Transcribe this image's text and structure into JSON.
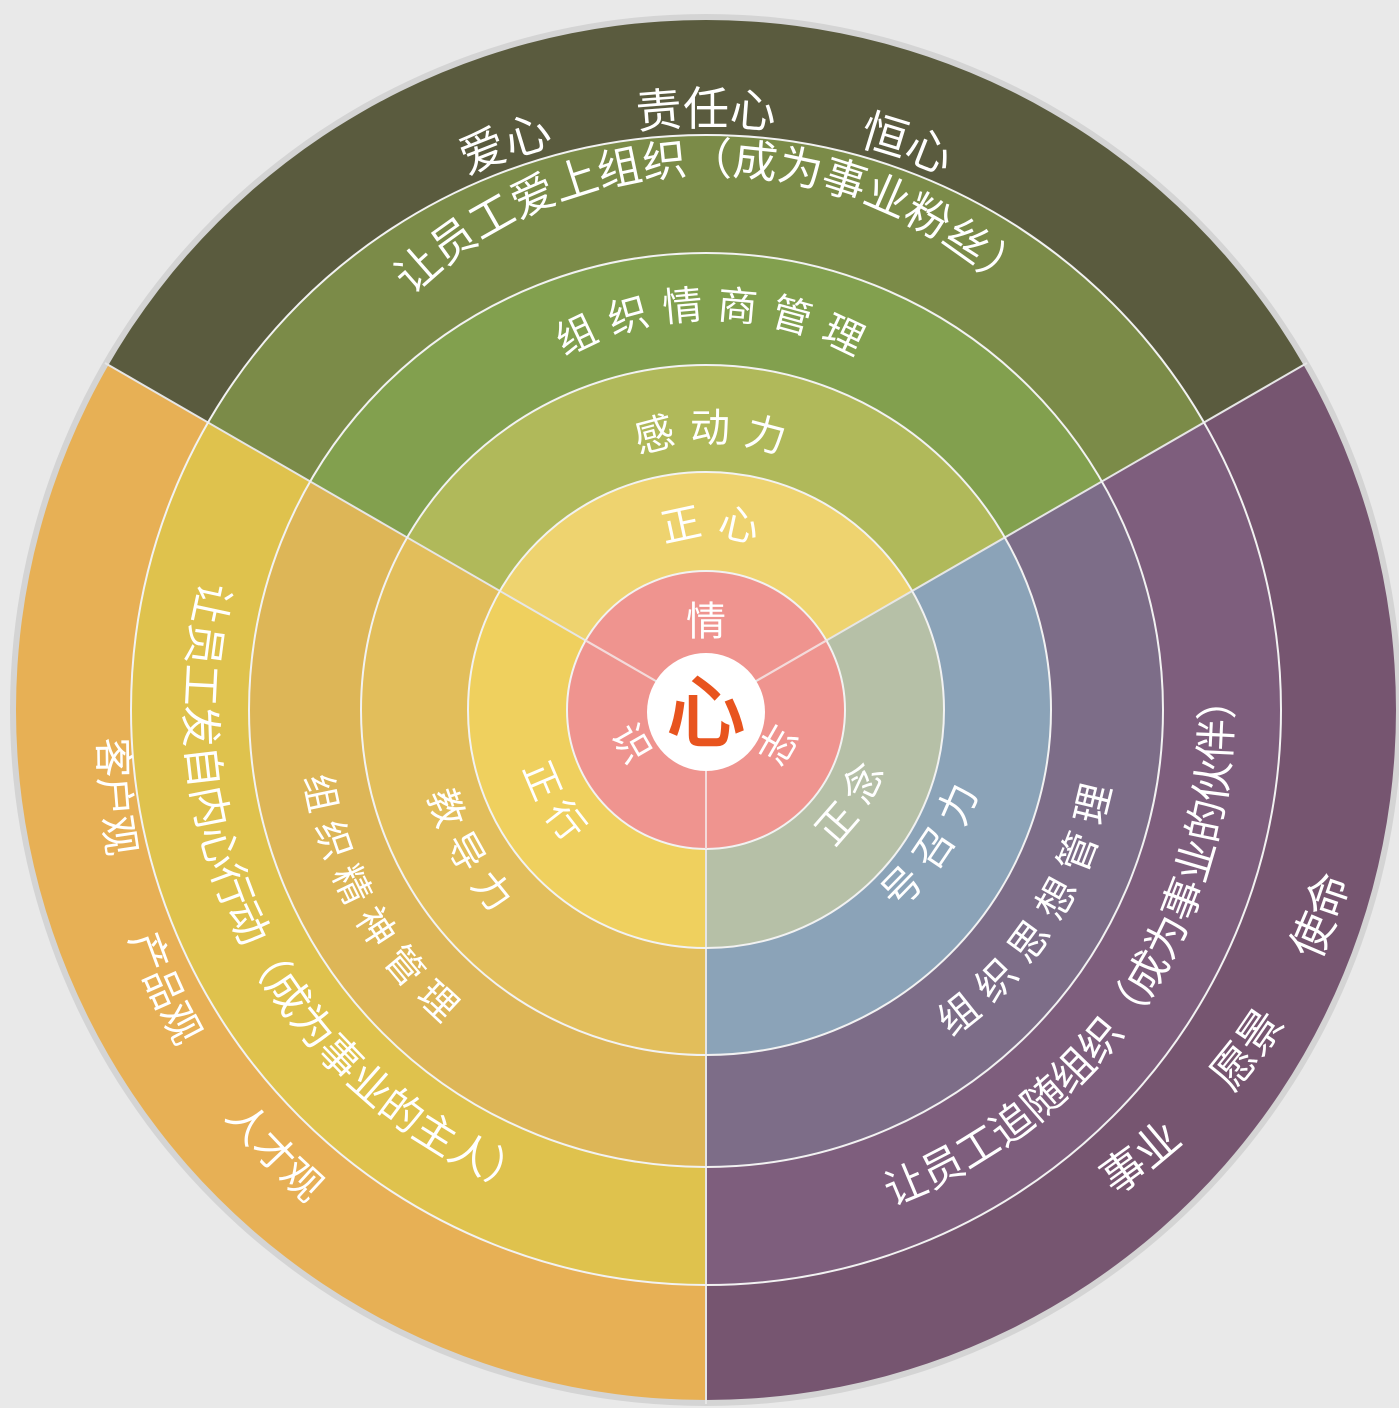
{
  "center": {
    "label": "心",
    "color": "#e8541e"
  },
  "core": {
    "color": "#ef948f",
    "labels": {
      "top": "情",
      "left": "识",
      "right": "志"
    }
  },
  "sectors": {
    "top": {
      "colors": [
        "#eed36f",
        "#b0b95a",
        "#82a04e",
        "#7b8b48",
        "#5a5b3e"
      ],
      "labels": {
        "ring2": "正 心",
        "ring3": "感 动 力",
        "ring4": "组 织 情 商 管 理",
        "ring5": "让员工爱上组织（成为事业粉丝）",
        "outer": [
          "爱心",
          "责任心",
          "恒心"
        ]
      }
    },
    "left": {
      "colors": [
        "#efd05e",
        "#e2be5b",
        "#ddb657",
        "#dfc24d",
        "#e7b055"
      ],
      "labels": {
        "ring2": "正 行",
        "ring3": "教 导 力",
        "ring4": "组 织 精 神 管 理",
        "ring5": "让员工发自内心行动（成为事业的主人）",
        "outer": [
          "客户观",
          "产品观",
          "人才观"
        ]
      }
    },
    "right": {
      "colors": [
        "#b6c0a7",
        "#8ba3b8",
        "#7d6d88",
        "#7e5e7d",
        "#765570"
      ],
      "labels": {
        "ring2": "正 念",
        "ring3": "号 召 力",
        "ring4": "组 织 思 想 管 理",
        "ring5": "让员工追随组织（成为事业的伙伴）",
        "outer": [
          "事业",
          "愿景",
          "使命"
        ]
      }
    }
  }
}
